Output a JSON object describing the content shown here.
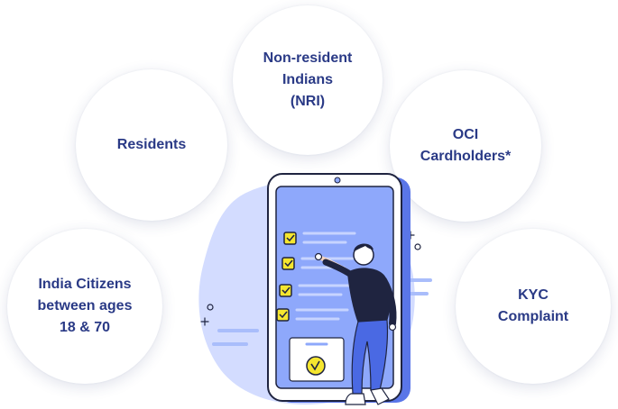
{
  "bubbles": {
    "residents": "Residents",
    "nri": "Non-resident\nIndians\n(NRI)",
    "oci": "OCI\nCardholders*",
    "india_citizens": "India Citizens\nbetween ages\n18 & 70",
    "kyc": "KYC\nComplaint"
  },
  "icons": {
    "phone": "smartphone-checklist-icon",
    "person": "person-pointing-icon",
    "check": "checkbox-checked-icon",
    "sparkle": "sparkle-icon"
  },
  "colors": {
    "label": "#2a3a86",
    "blob": "#d3dcff",
    "screen": "#8ea8fb",
    "phone_frame": "#1f2440",
    "check_fill": "#f5e62f",
    "person_jeans": "#4a69e3"
  }
}
